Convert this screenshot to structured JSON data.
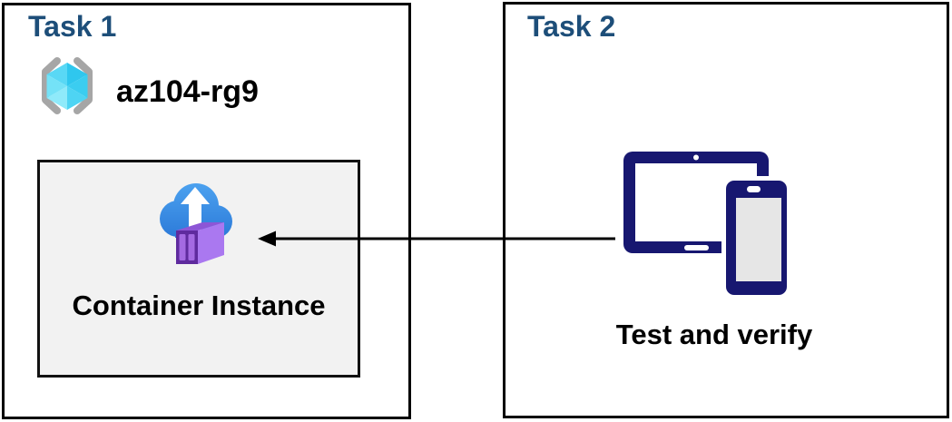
{
  "task1": {
    "title": "Task 1",
    "resource_group_name": "az104-rg9",
    "container_instance_label": "Container Instance"
  },
  "task2": {
    "title": "Task 2",
    "devices_label": "Test and verify"
  },
  "arrow": {
    "from": "task2-devices",
    "to": "container-instance",
    "direction": "right-to-left"
  },
  "icons": {
    "resource_group": "resource-group-icon",
    "container_instance": "container-instance-icon",
    "devices": "tablet-and-phone-icon"
  },
  "colors": {
    "task_title_blue": "#1d4e79",
    "box_border": "#000000",
    "container_box_bg": "#f2f2f2",
    "devices_navy": "#171770",
    "cloud_blue_top": "#4da3f0",
    "cloud_blue_bottom": "#2b79d8",
    "container_purple_dark": "#5f2b9e",
    "container_purple_light": "#aa78f0",
    "cube_cyan": "#45d2f2",
    "bracket_gray": "#a6a6a6",
    "text_black": "#000000"
  }
}
